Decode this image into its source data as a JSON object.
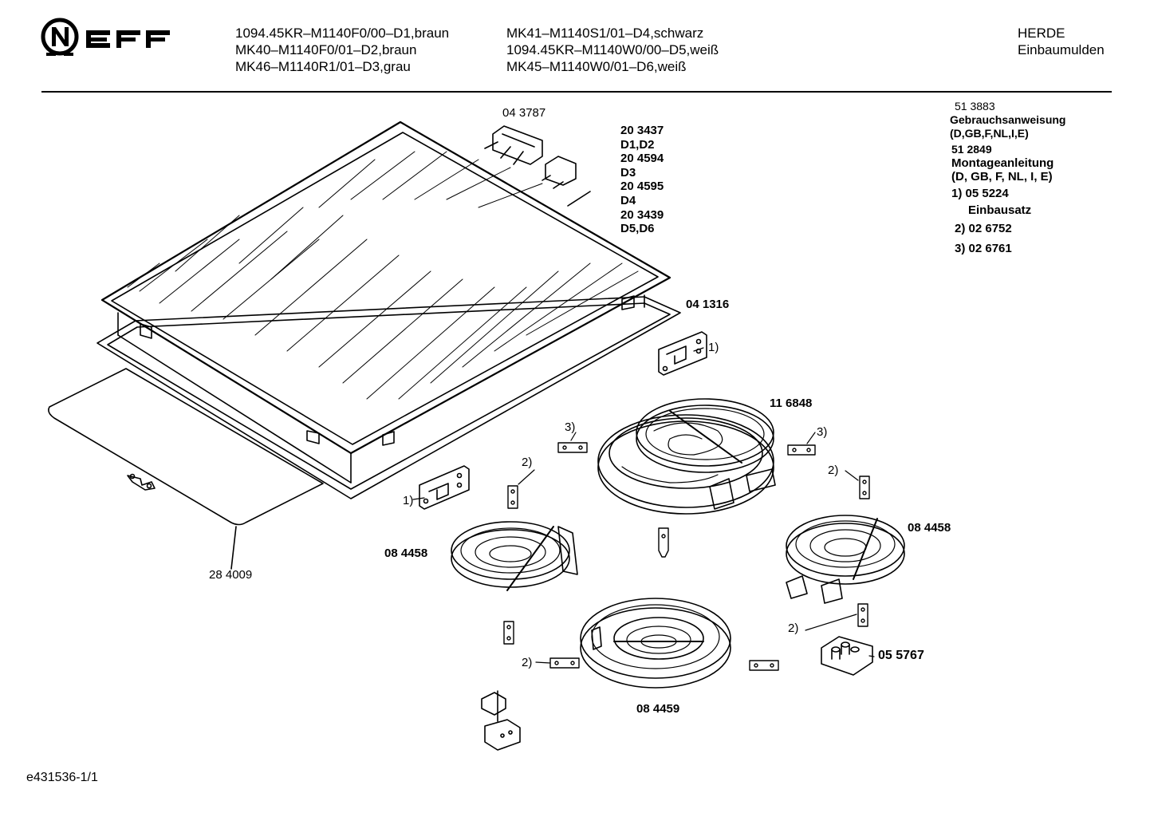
{
  "header": {
    "col1": [
      "1094.45KR–M1140F0/00–D1,braun",
      "MK40–M1140F0/01–D2,braun",
      "MK46–M1140R1/01–D3,grau"
    ],
    "col2": [
      "MK41–M1140S1/01–D4,schwarz",
      "1094.45KR–M1140W0/00–D5,weiß",
      "MK45–M1140W0/01–D6,weiß"
    ],
    "category": [
      "HERDE",
      "Einbaumulden"
    ]
  },
  "docs": {
    "manual_number": "51 3883",
    "manual_title": "Gebrauchsanweisung",
    "manual_langs": "(D,GB,F,NL,I,E)",
    "install_number": "51 2849",
    "install_title": "Montageanleitung",
    "install_langs": "(D, GB, F, NL, I, E)",
    "note1": "1) 05 5224",
    "note1_desc": "Einbausatz",
    "note2": "2) 02 6752",
    "note3": "3) 02 6761"
  },
  "parts": {
    "connector": "04 3787",
    "glass_codes": [
      "20 3437",
      "D1,D2",
      "20 4594",
      "D3",
      "20 4595",
      "D4",
      "20 3439",
      "D5,D6"
    ],
    "seal": "04 1316",
    "plate": "28 4009",
    "double_burner": "11 6848",
    "burner_left": "08 4458",
    "burner_right": "08 4458",
    "burner_front": "08 4459",
    "terminal": "05 5767",
    "ref1": "1)",
    "ref2": "2)",
    "ref3": "3)"
  },
  "footer": "e431536-1/1"
}
